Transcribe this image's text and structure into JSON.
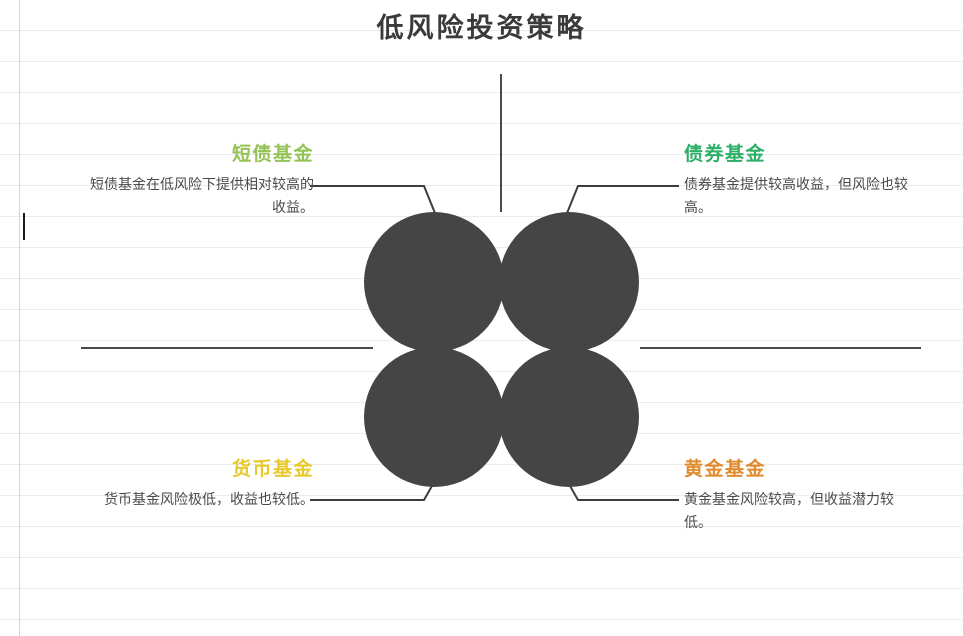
{
  "page": {
    "title": "低风险投资策略",
    "background_style": "ruled-notebook-paper",
    "center_shape": "four-petal-clover",
    "center_color": "#454545",
    "line_color": "#3d3d3d"
  },
  "quadrants": [
    {
      "id": "top-left",
      "title": "短债基金",
      "description": "短债基金在低风险下提供相对较高的收益。",
      "color": "#93C355"
    },
    {
      "id": "top-right",
      "title": "债券基金",
      "description": "债券基金提供较高收益，但风险也较高。",
      "color": "#2BAE66"
    },
    {
      "id": "bottom-left",
      "title": "货币基金",
      "description": "货币基金风险极低，收益也较低。",
      "color": "#E8C92C"
    },
    {
      "id": "bottom-right",
      "title": "黄金基金",
      "description": "黄金基金风险较高，但收益潜力较低。",
      "color": "#E08A2E"
    }
  ]
}
